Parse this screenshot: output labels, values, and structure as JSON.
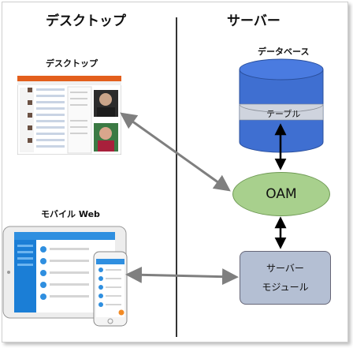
{
  "sections": {
    "desktop_title": "デスクトップ",
    "server_title": "サーバー"
  },
  "clients": {
    "desktop_label": "デスクトップ",
    "mobile_label": "モバイル Web"
  },
  "server": {
    "database_label": "データベース",
    "table_label": "テーブル",
    "oam_label": "OAM",
    "module_line1": "サーバー",
    "module_line2": "モジュール"
  },
  "colors": {
    "database_fill": "#3f6fd1",
    "oam_fill": "#a8d08d",
    "module_fill": "#b4bfd3",
    "arrow_gray": "#7f7f7f",
    "arrow_black": "#000000"
  }
}
